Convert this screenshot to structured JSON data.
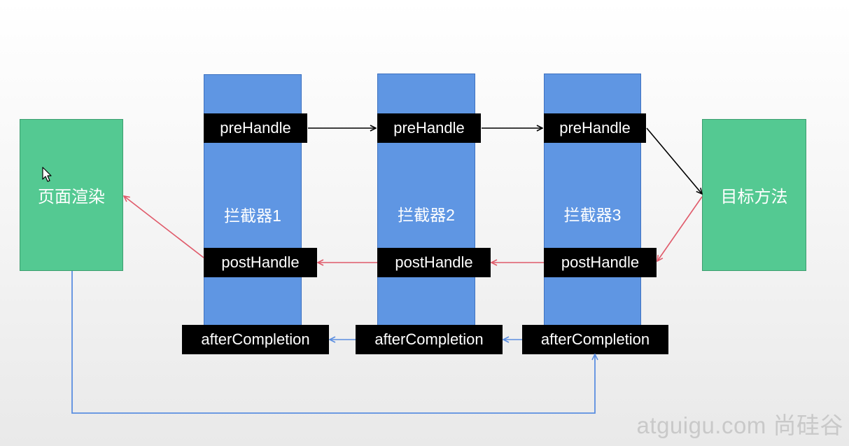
{
  "render_box": "页面渲染",
  "target_box": "目标方法",
  "interceptors": [
    {
      "name": "拦截器1",
      "pre": "preHandle",
      "post": "postHandle",
      "after": "afterCompletion"
    },
    {
      "name": "拦截器2",
      "pre": "preHandle",
      "post": "postHandle",
      "after": "afterCompletion"
    },
    {
      "name": "拦截器3",
      "pre": "preHandle",
      "post": "postHandle",
      "after": "afterCompletion"
    }
  ],
  "watermark": "atguigu.com 尚硅谷",
  "colors": {
    "green": "#54c992",
    "blue": "#5f96e3",
    "pre_arrow": "#000000",
    "post_arrow": "#e05a6a",
    "after_arrow": "#5b8ee0"
  }
}
